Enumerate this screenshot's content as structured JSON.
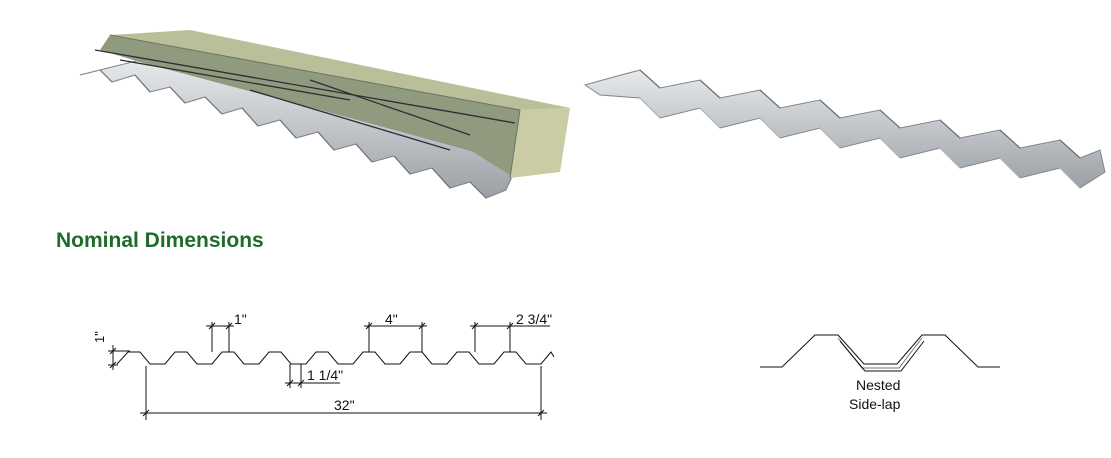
{
  "heading": "Nominal Dimensions",
  "colors": {
    "heading": "#1e6b2a",
    "concrete": "#9aa589",
    "concrete_side": "#c4c89f",
    "steel_light": "#d6d9dc",
    "steel_dark": "#8f9499",
    "line": "#111111"
  },
  "dimensions": {
    "height": "1\"",
    "top_flange": "1\"",
    "pitch": "4\"",
    "rib_opening": "2 3/4\"",
    "bottom_flange": "1 1/4\"",
    "coverage": "32\""
  },
  "sidelap": {
    "line1": "Nested",
    "line2": "Side-lap"
  }
}
